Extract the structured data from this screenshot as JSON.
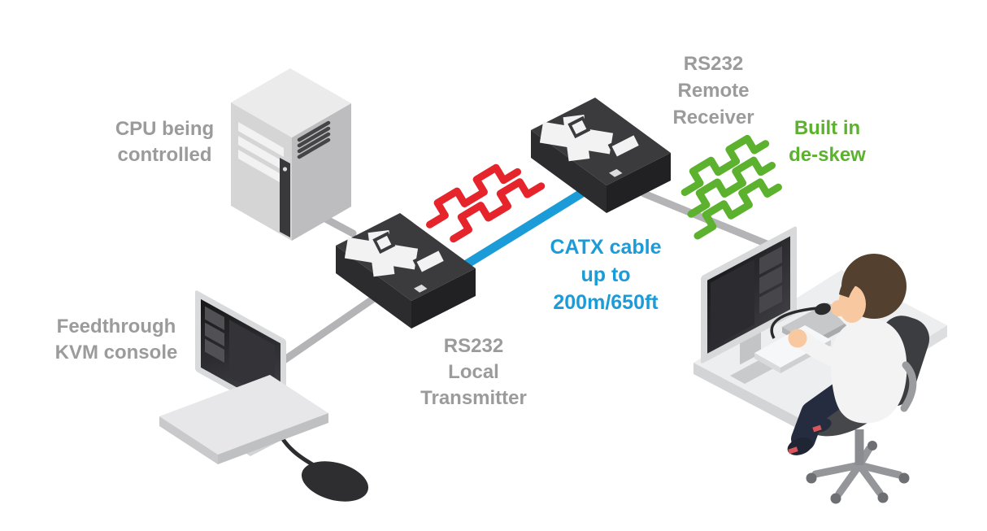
{
  "labels": {
    "cpu": {
      "line1": "CPU being",
      "line2": "controlled"
    },
    "kvm_console": {
      "line1": "Feedthrough",
      "line2": "KVM console"
    },
    "transmitter": {
      "line1": "RS232",
      "line2": "Local",
      "line3": "Transmitter"
    },
    "receiver": {
      "line1": "RS232",
      "line2": "Remote",
      "line3": "Receiver"
    },
    "catx": {
      "line1": "CATX cable",
      "line2": "up to",
      "line3": "200m/650ft"
    },
    "deskew": {
      "line1": "Built in",
      "line2": "de-skew"
    }
  },
  "colors": {
    "label_gray": "#9b9b9b",
    "catx_blue": "#1b9cd9",
    "deskew_green": "#5cb22e",
    "signal_red": "#e5252b",
    "device_black": "#3b3b3d",
    "cable_gray": "#b4b4b6",
    "background": "#ffffff"
  },
  "icons": [
    {
      "name": "cpu-tower-icon"
    },
    {
      "name": "kvm-console-icon"
    },
    {
      "name": "local-transmitter-device-icon"
    },
    {
      "name": "remote-receiver-device-icon"
    },
    {
      "name": "catx-cable"
    },
    {
      "name": "skewed-signal-icon"
    },
    {
      "name": "deskewed-signal-icon"
    },
    {
      "name": "operator-workstation-icon"
    }
  ]
}
